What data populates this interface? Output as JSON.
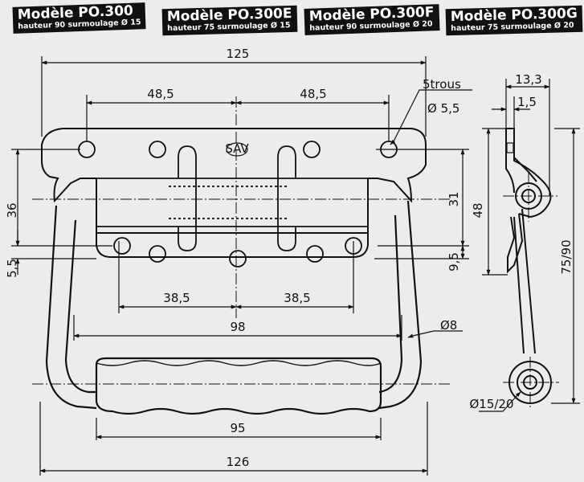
{
  "models": [
    {
      "name": "Modèle PO.300",
      "spec": "hauteur 90 surmoulage Ø 15"
    },
    {
      "name": "Modèle PO.300E",
      "spec": "hauteur 75 surmoulage Ø 15"
    },
    {
      "name": "Modèle PO.300F",
      "spec": "hauteur 90 surmoulage Ø 20"
    },
    {
      "name": "Modèle PO.300G",
      "spec": "hauteur 75 surmoulage Ø 20"
    }
  ],
  "dimensions": {
    "overall_width": "125",
    "half_spacing_left": "48,5",
    "half_spacing_right": "48,5",
    "holes_label": "5trous",
    "hole_diameter": "Ø 5,5",
    "height_left": "36",
    "small_left": "5,5",
    "inner_height": "31",
    "small_right": "9,5",
    "lower_spacing_left": "38,5",
    "lower_spacing_right": "38,5",
    "handle_inner": "98",
    "rod_diameter": "Ø8",
    "grip_length": "95",
    "bottom_width": "126",
    "side_depth": "13,3",
    "side_thickness": "1,5",
    "side_height": "48",
    "side_total": "75/90",
    "grip_diameter": "Ø15/20"
  },
  "stamp": "SAV"
}
